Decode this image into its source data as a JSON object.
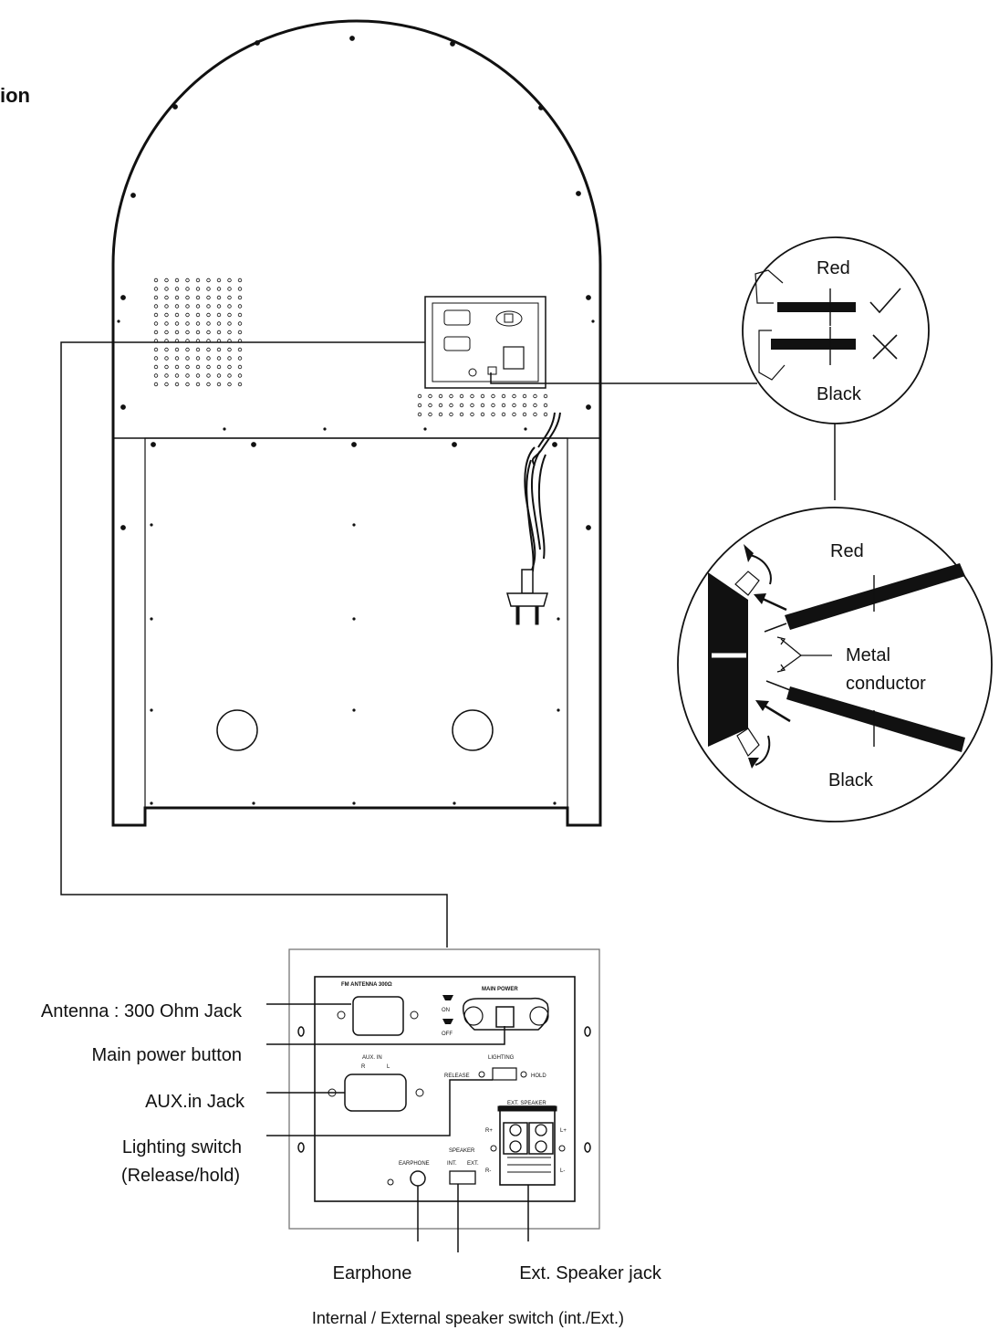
{
  "heading": {
    "partial_title": "ion"
  },
  "wire_detail": {
    "red_label": "Red",
    "black_label": "Black",
    "correct_icon": "check-mark-icon",
    "wrong_icon": "cross-mark-icon"
  },
  "terminal_detail": {
    "red_label": "Red",
    "metal_label_line1": "Metal",
    "metal_label_line2": "conductor",
    "black_label": "Black"
  },
  "panel": {
    "fm_antenna": "FM ANTENNA 300Ω",
    "main_power": "MAIN POWER",
    "on": "ON",
    "off": "OFF",
    "aux_in": "AUX. IN",
    "aux_r": "R",
    "aux_l": "L",
    "lighting": "LIGHTING",
    "release": "RELEASE",
    "hold": "HOLD",
    "ext_speaker": "EXT. SPEAKER",
    "r_plus": "R+",
    "r_minus": "R-",
    "l_plus": "L+",
    "l_minus": "L-",
    "earphone": "EARPHONE",
    "speaker": "SPEAKER",
    "int": "INT.",
    "ext": "EXT."
  },
  "callouts": {
    "antenna": "Antenna : 300 Ohm Jack",
    "main_power_button": "Main power button",
    "aux_in_jack": "AUX.in Jack",
    "lighting_switch_line1": "Lighting switch",
    "lighting_switch_line2": "(Release/hold)",
    "earphone": "Earphone",
    "ext_speaker_jack": "Ext. Speaker jack",
    "int_ext_switch": "Internal / External speaker switch (int./Ext.)"
  }
}
